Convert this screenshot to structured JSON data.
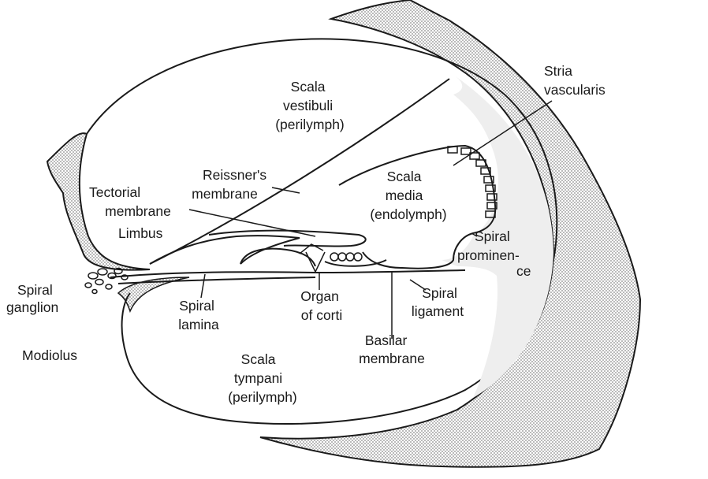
{
  "labels": {
    "scala_vestibuli": [
      "Scala",
      "vestibuli",
      "(perilymph)"
    ],
    "stria_vascularis": [
      "Stria",
      "vascularis"
    ],
    "reissners_membrane": [
      "Reissner's",
      "membrane"
    ],
    "scala_media": [
      "Scala",
      "media",
      "(endolymph)"
    ],
    "tectorial_membrane": [
      "Tectorial",
      "membrane"
    ],
    "limbus": [
      "Limbus"
    ],
    "spiral_prominence": [
      "Spiral",
      "prominen-",
      "ce"
    ],
    "spiral_ganglion": [
      "Spiral",
      "ganglion"
    ],
    "spiral_lamina": [
      "Spiral",
      "lamina"
    ],
    "organ_of_corti": [
      "Organ",
      "of corti"
    ],
    "spiral_ligament": [
      "Spiral",
      "ligament"
    ],
    "modiolus": [
      "Modiolus"
    ],
    "basilar_membrane": [
      "Basilar",
      "membrane"
    ],
    "scala_tympani": [
      "Scala",
      "tympani",
      "(perilymph)"
    ]
  },
  "colors": {
    "ink": "#1a1a1a",
    "bone_stipple": "#9a9a9a",
    "ligament_fill": "#eeeeee",
    "background": "#ffffff"
  }
}
